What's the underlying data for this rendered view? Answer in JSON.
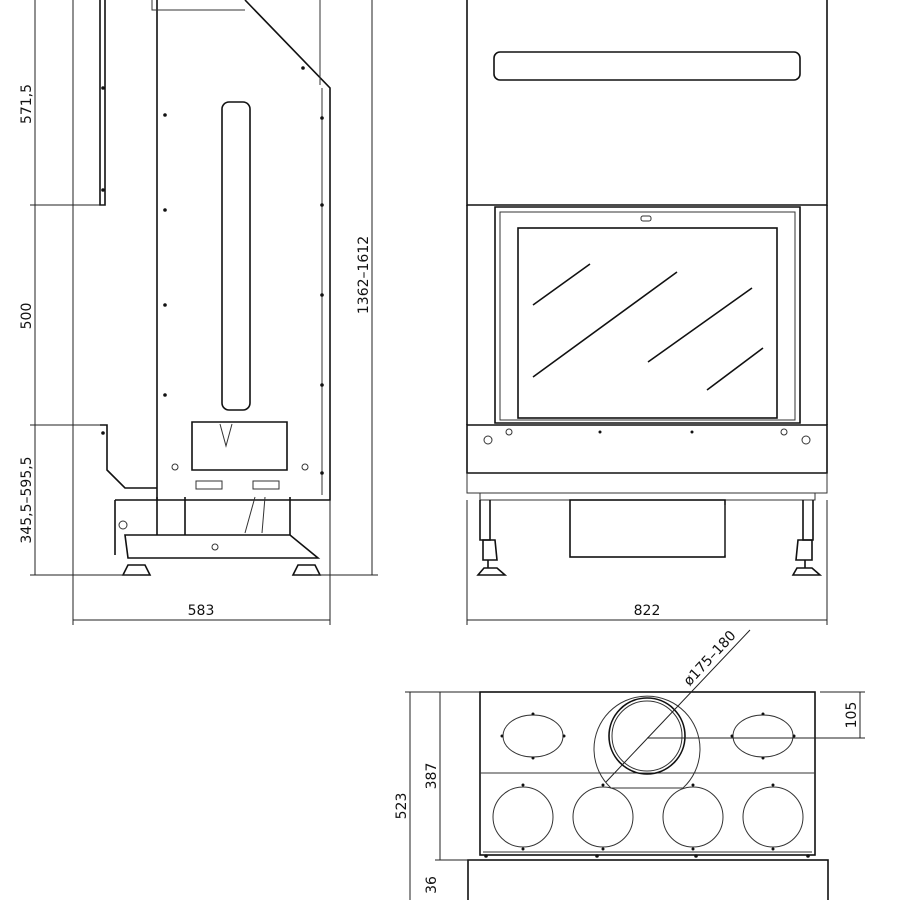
{
  "dimensions": {
    "side_top": "571,5",
    "side_mid": "500",
    "side_bottom": "345,5–595,5",
    "side_total": "1362–1612",
    "side_width": "583",
    "front_width": "822",
    "flue_diameter": "ø175–180",
    "flue_offset": "105",
    "top_depth": "387",
    "top_total": "523",
    "top_base": "36"
  }
}
